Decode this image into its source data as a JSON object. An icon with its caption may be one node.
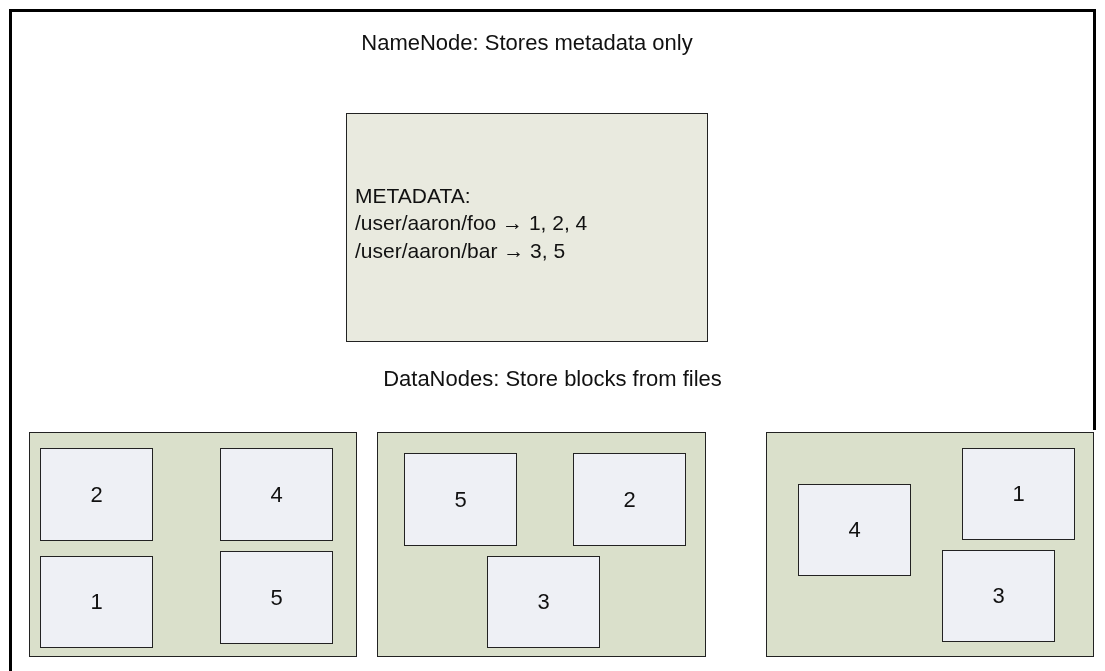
{
  "diagram": {
    "nodes": [
      {
        "text": [
          "NameNode: Stores metadata only",
          "METADATA:",
          "/user/aaron/foo → 1, 2, 4",
          "/user/aaron/bar → 3, 5"
        ]
      },
      {
        "text": [],
        "shape": "box"
      },
      {
        "text": [
          "2"
        ],
        "in": 1
      },
      {
        "text": [
          "4"
        ],
        "in": 1
      },
      {
        "text": [
          "1"
        ],
        "in": 1
      },
      {
        "text": [
          "5"
        ],
        "in": 1
      },
      {
        "text": [],
        "shape": "box"
      },
      {
        "text": [
          "5"
        ],
        "in": 6
      },
      {
        "text": [
          "2"
        ],
        "in": 6
      },
      {
        "text": [
          "3"
        ],
        "in": 6
      },
      {
        "text": [],
        "shape": "box"
      },
      {
        "text": [
          "4"
        ],
        "in": 10
      },
      {
        "text": [
          "1"
        ],
        "in": 10
      },
      {
        "text": [
          "3"
        ],
        "in": 10
      }
    ],
    "labels": [
      "DataNodes: Store blocks from files"
    ]
  }
}
